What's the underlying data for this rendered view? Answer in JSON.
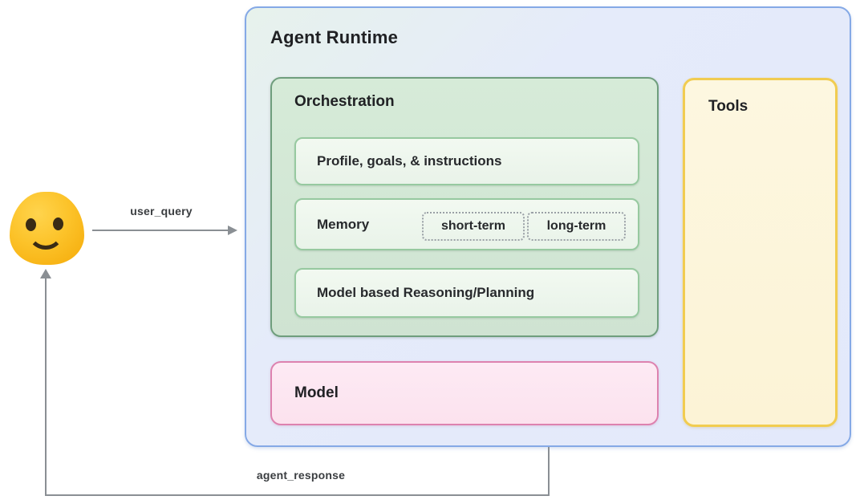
{
  "agent_runtime": {
    "title": "Agent Runtime"
  },
  "orchestration": {
    "title": "Orchestration",
    "profile": {
      "label": "Profile, goals, & instructions"
    },
    "memory": {
      "label": "Memory",
      "short_term": "short-term",
      "long_term": "long-term"
    },
    "reasoning": {
      "label": "Model based Reasoning/Planning"
    }
  },
  "model": {
    "title": "Model"
  },
  "tools": {
    "title": "Tools"
  },
  "user": {
    "icon": "smiley-user-icon"
  },
  "edges": {
    "user_query": {
      "label": "user_query",
      "from": "user",
      "to": "agent_runtime"
    },
    "agent_response": {
      "label": "agent_response",
      "from": "agent_runtime",
      "to": "user"
    }
  },
  "colors": {
    "agent_runtime_fill": "#e5ecfa",
    "agent_runtime_border": "#85a9e6",
    "orchestration_fill": "#d3e8d5",
    "orchestration_border": "#6f9e7d",
    "inner_box_fill": "#eef6ee",
    "inner_box_border": "#97c9a0",
    "memory_chip_border": "#9aa0a6",
    "model_fill": "#fce6f1",
    "model_border": "#dd82af",
    "tools_fill": "#fdf6dd",
    "tools_border": "#f1cc50",
    "arrow": "#8a8f94",
    "emoji_yellow": "#fbc02a",
    "emoji_features": "#3a2b15",
    "text": "#202124"
  }
}
